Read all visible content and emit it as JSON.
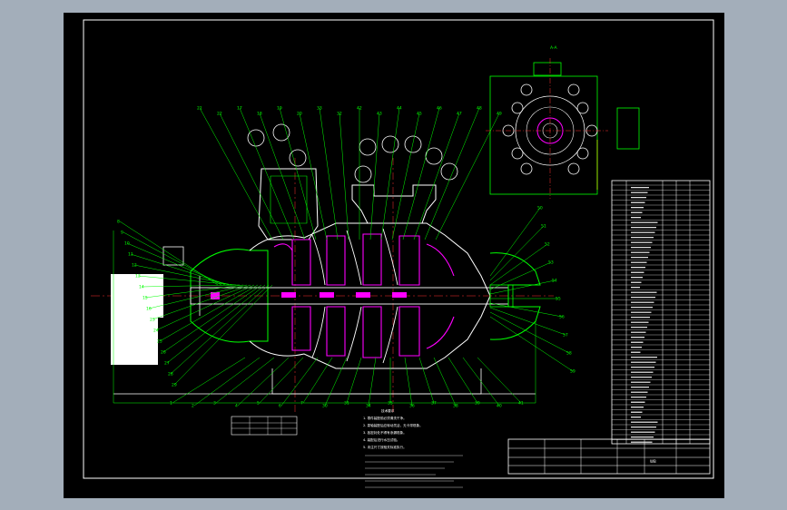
{
  "drawing": {
    "section_label": "A-A",
    "notes_title": "技术要求",
    "notes": [
      "1. 零件装配前必须清洗干净。",
      "2. 泵轴装配后应转动灵活，无卡滞现象。",
      "3. 各密封处不得有渗漏现象。",
      "4. 装配后进行水压试验。",
      "5. 未注尺寸按相关标准执行。"
    ],
    "balloons_top": [
      "21",
      "22",
      "17",
      "18",
      "19",
      "20",
      "33",
      "32",
      "42",
      "43",
      "44",
      "45",
      "46",
      "47",
      "48",
      "49"
    ],
    "balloons_left": [
      "8",
      "9",
      "10",
      "11",
      "12",
      "13",
      "14",
      "15",
      "16",
      "23",
      "24",
      "25",
      "26",
      "27",
      "28",
      "29"
    ],
    "balloons_right": [
      "50",
      "51",
      "52",
      "53",
      "54",
      "55",
      "56",
      "57",
      "58",
      "59"
    ],
    "balloons_bottom": [
      "1",
      "2",
      "3",
      "4",
      "5",
      "6",
      "7",
      "30",
      "31",
      "34",
      "35",
      "36",
      "37",
      "38",
      "39",
      "40",
      "41"
    ],
    "title_block_text": "WB"
  },
  "colors": {
    "background": "#a3aeba",
    "sheet": "#000000",
    "outline": "#ffffff",
    "geometry": "#00ff00",
    "section": "#ff00ff",
    "centerline": "#ff3333",
    "hidden": "#ffff00"
  }
}
